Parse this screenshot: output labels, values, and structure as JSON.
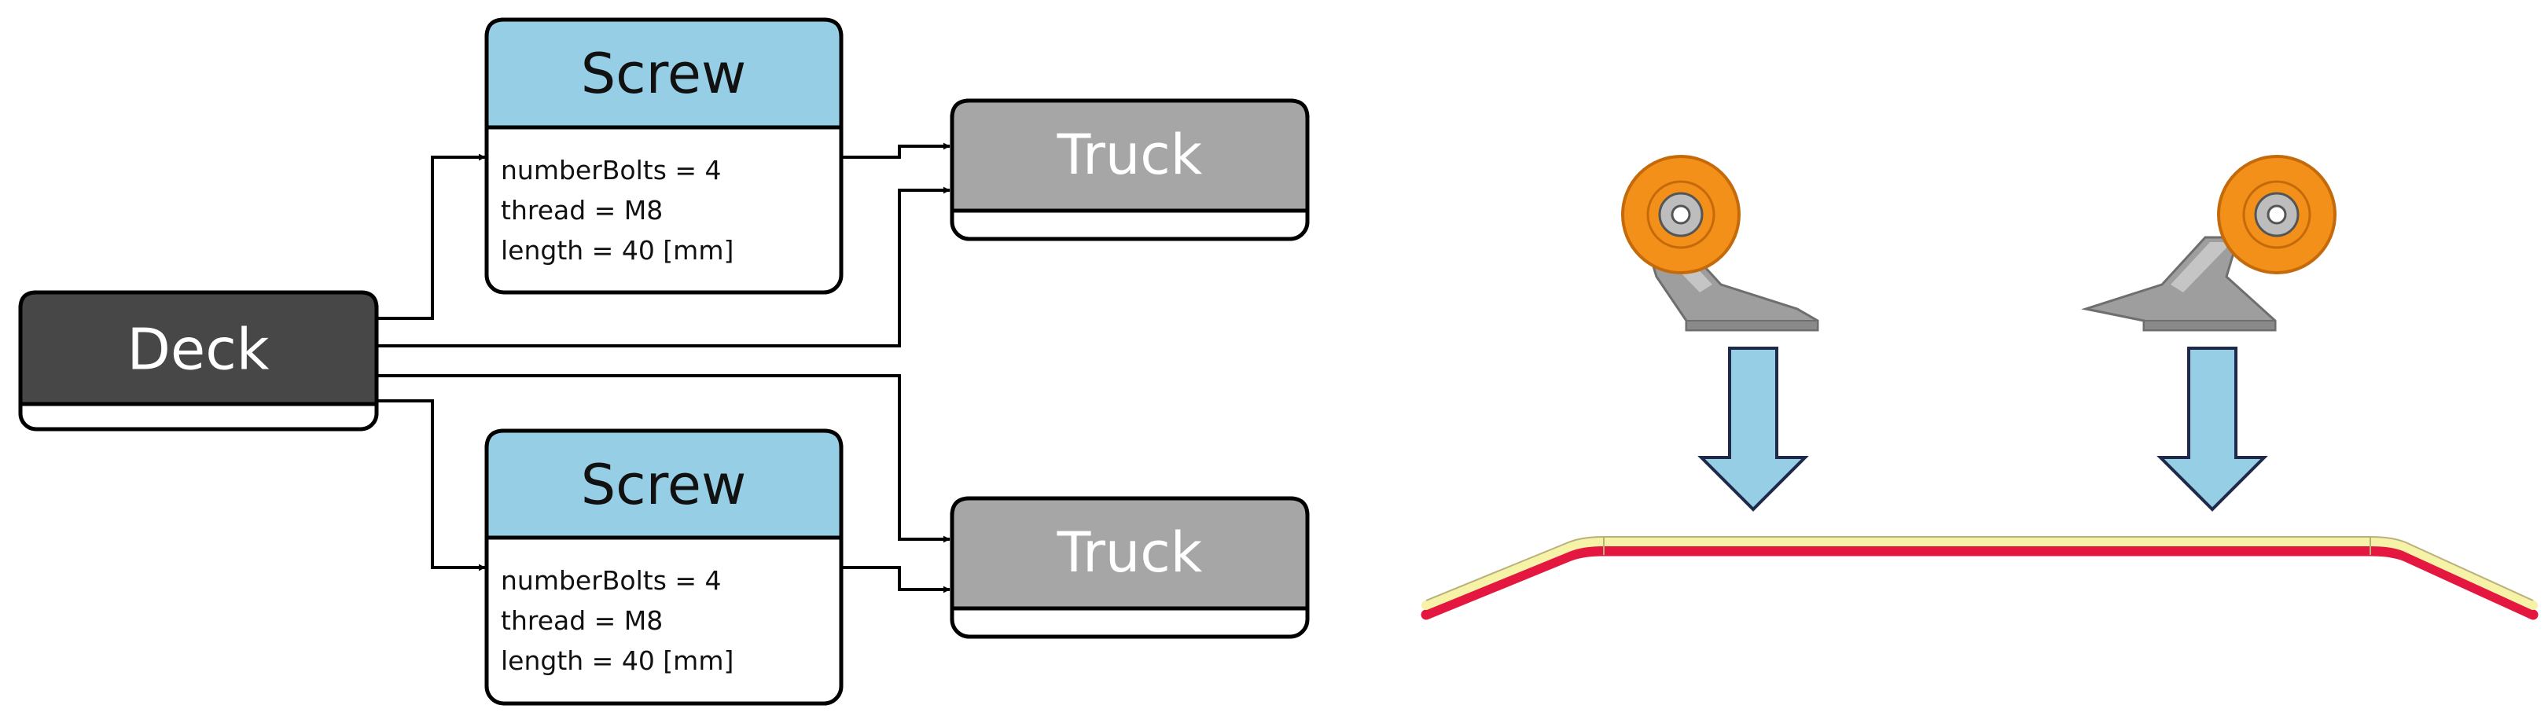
{
  "colors": {
    "deck_header": "#474747",
    "screw_header": "#96CFE5",
    "truck_header": "#A6A6A6",
    "arrow_fill": "#96CFE5",
    "wheel": "#F39019",
    "board_top": "#F6F2A8",
    "board_bottom": "#E3173F"
  },
  "deck": {
    "title": "Deck"
  },
  "screws": [
    {
      "title": "Screw",
      "attributes": [
        "numberBolts = 4",
        "thread = M8",
        "length = 40 [mm]"
      ]
    },
    {
      "title": "Screw",
      "attributes": [
        "numberBolts = 4",
        "thread = M8",
        "length = 40 [mm]"
      ]
    }
  ],
  "trucks": [
    {
      "title": "Truck"
    },
    {
      "title": "Truck"
    }
  ],
  "illustration": {
    "icons": [
      "truck-wheel-icon",
      "down-arrow-icon",
      "skateboard-deck-icon"
    ]
  }
}
